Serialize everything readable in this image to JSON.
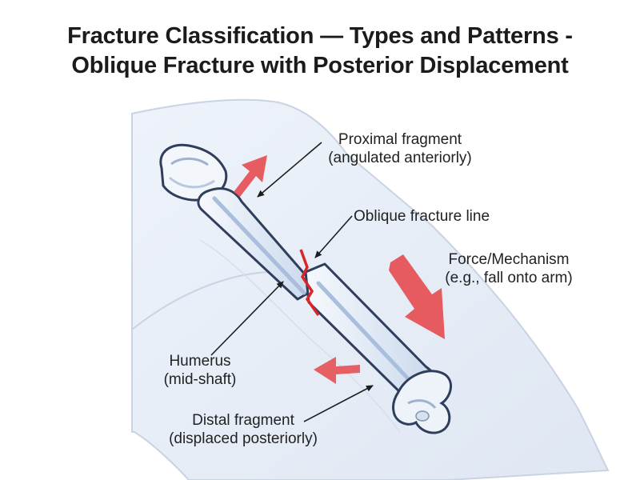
{
  "title": {
    "line1": "Fracture Classification — Types and Patterns -",
    "line2": "Oblique Fracture with Posterior Displacement"
  },
  "labels": {
    "proximal": {
      "line1": "Proximal fragment",
      "line2": "(angulated anteriorly)"
    },
    "fracture_line": {
      "line1": "Oblique fracture line"
    },
    "force": {
      "line1": "Force/Mechanism",
      "line2": "(e.g., fall onto arm)"
    },
    "humerus": {
      "line1": "Humerus",
      "line2": "(mid-shaft)"
    },
    "distal": {
      "line1": "Distal fragment",
      "line2": "(displaced posteriorly)"
    }
  },
  "colors": {
    "arrow_red": "#e5474b",
    "bone_fill": "#f1f5fb",
    "bone_shadow": "#aabfdc",
    "bone_outline": "#2f3e5c",
    "arm_fill": "#e8eef7",
    "fracture_red": "#d8262b"
  }
}
